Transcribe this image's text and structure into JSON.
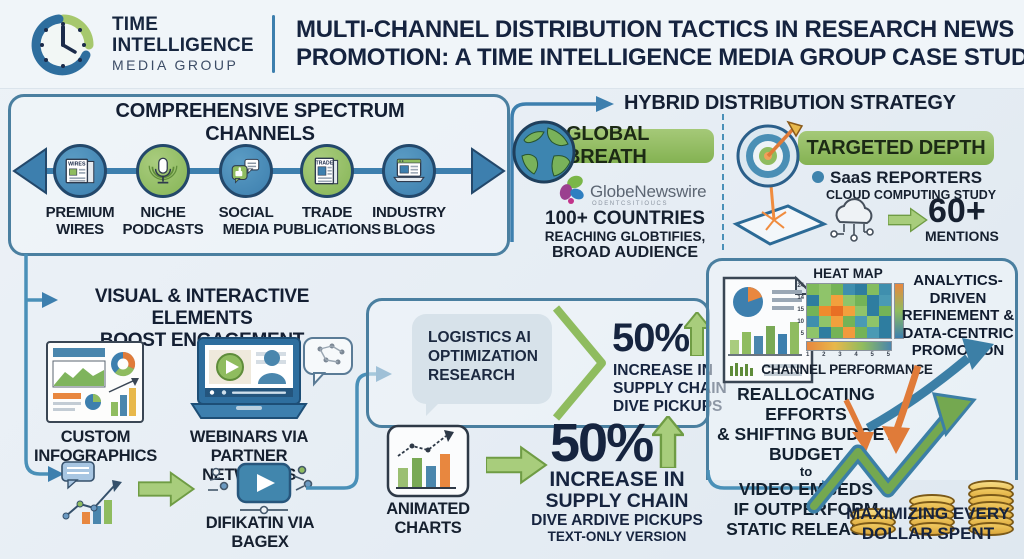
{
  "colors": {
    "accent_blue": "#3d7fae",
    "accent_green": "#8fbc5f",
    "accent_orange": "#e07b39",
    "navy": "#15233f",
    "banner_green": "#8fbc5f",
    "coin_gold": "#e9bc4e"
  },
  "header": {
    "logo_line1": "TIME",
    "logo_line2": "INTELLIGENCE",
    "logo_line3": "MEDIA GROUP",
    "title_line1": "MULTI-CHANNEL DISTRIBUTION TACTICS IN RESEARCH NEWS",
    "title_line2": "PROMOTION: A TIME INTELLIGENCE MEDIA GROUP CASE STUDY"
  },
  "channels": {
    "title": "COMPREHENSIVE SPECTRUM CHANNELS",
    "items": [
      {
        "label1": "PREMIUM",
        "label2": "WIRES",
        "badge": "WIRES"
      },
      {
        "label1": "NICHE",
        "label2": "PODCASTS"
      },
      {
        "label1": "SOCIAL",
        "label2": "MEDIA"
      },
      {
        "label1": "TRADE",
        "label2": "PUBLICATIONS",
        "badge": "TRADE"
      },
      {
        "label1": "INDUSTRY",
        "label2": "BLOGS"
      }
    ]
  },
  "hybrid": {
    "title": "HYBRID DISTRIBUTION STRATEGY",
    "global_banner": "GLOBAL BREATH",
    "brand": "GlobeNewswire",
    "brand_tagline": "odentcsitioucs",
    "global_stat1": "100+ COUNTRIES",
    "global_stat2": "REACHING GLOBTIFIES,",
    "global_stat3": "BROAD AUDIENCE",
    "targeted_banner": "TARGETED DEPTH",
    "targeted_title": "SaaS REPORTERS",
    "targeted_sub": "CLOUD COMPUTING STUDY",
    "mentions_value": "60+",
    "mentions_label": "MENTIONS"
  },
  "visual": {
    "title1": "VISUAL & INTERACTIVE ELEMENTS",
    "title2": "BOOST ENGAGEMENT",
    "item1_line1": "CUSTOM",
    "item1_line2": "INFOGRAPHICS",
    "item2_line1": "WEBINARS VIA",
    "item2_line2": "PARTNER NETWORKS",
    "flow_line1": "DIFIKATIN VIA",
    "flow_line2": "BAGEX"
  },
  "logistics": {
    "box1": "LOGISTICS AI",
    "box2": "OPTIMIZATION",
    "box3": "RESEARCH",
    "value": "50%",
    "line1": "INCREASE IN",
    "line2": "SUPPLY CHAIN",
    "line3": "DIVE PICKUPS"
  },
  "animated": {
    "label1": "ANIMATED",
    "label2": "CHARTS",
    "value": "50%",
    "line1": "INCREASE IN",
    "line2": "SUPPLY CHAIN",
    "line3": "DIVE ARDIVE PICKUPS",
    "line4": "TEXT-ONLY VERSION"
  },
  "analytics": {
    "heatmap_title": "HEAT MAP",
    "channel_label": "CHANNEL PERFORMANCE",
    "heading1": "ANALYTICS-DRIVEN",
    "heading2": "REFINEMENT &",
    "heading3": "DATA-CENTRIC",
    "heading4": "PROMOTION",
    "realloc1": "REALLOCATING EFFORTS",
    "realloc2": "& SHIFTING BUDGET",
    "realloc3": "BUDGET",
    "realloc4": "to",
    "realloc5": "VIDEO EMBEDS",
    "realloc6": "IF OUTPERFORM",
    "realloc7": "STATIC RELEASES",
    "maximize1": "MAXIMIZING EVERY",
    "maximize2": "DOLLAR SPENT",
    "heatmap": {
      "y_labels": [
        "24",
        "14",
        "15",
        "10",
        "5"
      ],
      "x_labels": [
        "1",
        "2",
        "3",
        "4",
        "5",
        "5"
      ],
      "rows": [
        [
          "#7fba5c",
          "#8fc46a",
          "#74b357",
          "#3f8fae",
          "#2e7da0",
          "#84bd60",
          "#3f8fae"
        ],
        [
          "#2e7da0",
          "#8fc46a",
          "#f2a03d",
          "#8fc46a",
          "#74b357",
          "#2e7da0",
          "#4a9ab4"
        ],
        [
          "#74b357",
          "#ef8b2e",
          "#e86f24",
          "#f2a03d",
          "#8fc46a",
          "#2e7da0",
          "#74b357"
        ],
        [
          "#3f8fae",
          "#8fc46a",
          "#f2a03d",
          "#74b357",
          "#4a9ab4",
          "#8fc46a",
          "#2e7da0"
        ],
        [
          "#8fc46a",
          "#2e7da0",
          "#74b357",
          "#f29a3d",
          "#74b357",
          "#4a9ab4",
          "#2e7da0"
        ]
      ]
    }
  }
}
